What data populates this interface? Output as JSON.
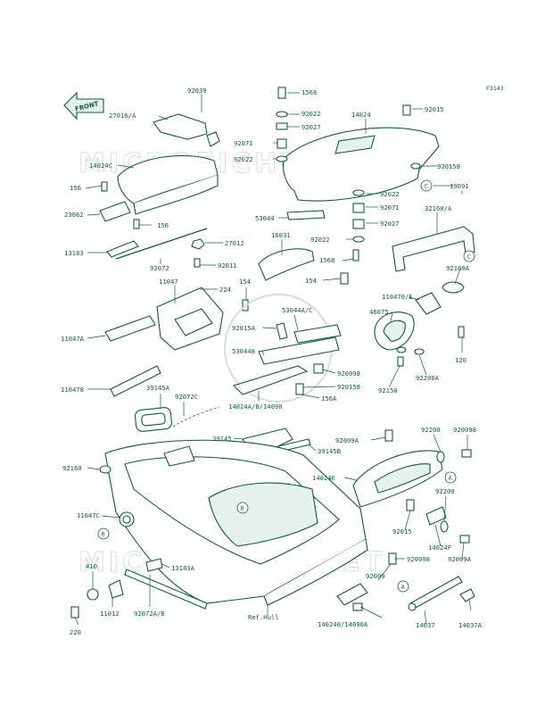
{
  "figure_code": "F3143",
  "front_label": "FRONT",
  "watermark": "MICROFICHE.NET",
  "ref_label": "Ref.Hull",
  "callouts": {
    "a": "A",
    "b": "B",
    "c": "C"
  },
  "labels": {
    "l92039": "92039",
    "l27016a": "27016/A",
    "l14024c": "14024C",
    "l156a": "156",
    "l23062": "23062",
    "l156b": "156",
    "l13183": "13183",
    "l27012": "27012",
    "l92072": "92072",
    "l92011": "92011",
    "l11047": "11047",
    "l224": "224",
    "l154a": "154",
    "l11047a": "11047A",
    "l110478": "110478",
    "l39145a": "39145A",
    "l92072c": "92072C",
    "l92160": "92160",
    "l11047c": "11047C",
    "l410": "410",
    "l11012": "11012",
    "l92072ab": "92072A/B",
    "l220": "220",
    "l13183a": "13183A",
    "l1568a": "1568",
    "l92022a": "92022",
    "l92027a": "92027",
    "l92071a": "92071",
    "l92022b": "92022",
    "l14024": "14024",
    "l92015a": "92015",
    "l92015b": "920158",
    "l13091": "13091",
    "l92022c": "92022",
    "l92071b": "92071",
    "l53044": "53044",
    "l92027b": "92027",
    "l32160a": "32160/A",
    "l16031": "16031",
    "l92022d": "92022",
    "l1568b": "1568",
    "l154b": "154",
    "l92160a": "92160A",
    "l110470e": "110470/E",
    "l46075": "46075",
    "l53044ac": "53044A/C",
    "l92015c": "92015A",
    "l530448": "530448",
    "l920098a": "920098",
    "l920158": "920158",
    "l156c": "156A",
    "l14024abc": "14024A/B/14090",
    "l39145": "39145",
    "l39145b": "39145B",
    "l92150": "92150",
    "l92200a": "92200A",
    "l120": "120",
    "l92009a": "92009A",
    "l92200b": "92200",
    "l920098b": "920098",
    "l14024e": "14024E",
    "l92200c": "92200",
    "l92015d": "92015",
    "l14024f": "14024F",
    "l920098c": "920098",
    "l92009b": "92009A",
    "l92009c": "92009",
    "l140240": "140240/14090A",
    "l14037": "14037",
    "l14037a": "14037A"
  }
}
